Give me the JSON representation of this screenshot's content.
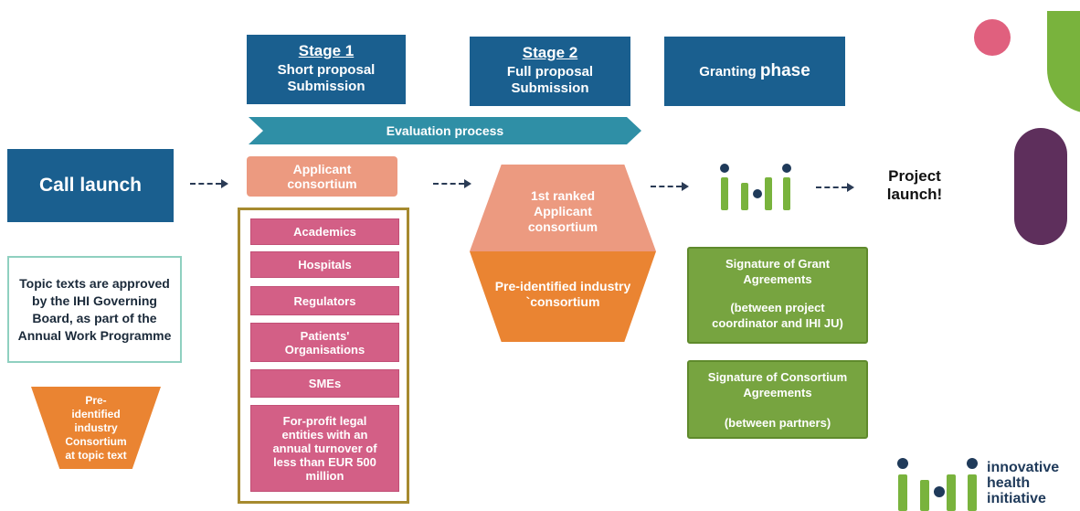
{
  "stages": {
    "stage1_title": "Stage 1",
    "stage1_sub": "Short proposal Submission",
    "stage2_title": "Stage 2",
    "stage2_sub": "Full proposal Submission",
    "granting_word": "Granting",
    "granting_phase": "phase"
  },
  "evaluation_label": "Evaluation process",
  "call_launch": "Call launch",
  "topic_texts": "Topic texts are approved by the IHI Governing Board, as part of the Annual Work Programme",
  "pre_identified_left": "Pre-identified industry Consortium at topic text",
  "applicant_consortium": "Applicant consortium",
  "members": [
    "Academics",
    "Hospitals",
    "Regulators",
    "Patients' Organisations",
    "SMEs",
    "For-profit legal entities with an annual turnover of less than EUR 500 million"
  ],
  "first_ranked": "1st ranked Applicant consortium",
  "pre_identified_center": "Pre-identified industry `consortium",
  "project_launch": "Project launch!",
  "grant_agreements": {
    "title": "Signature of Grant Agreements",
    "note": "(between project coordinator and IHI JU)"
  },
  "consortium_agreements": {
    "title": "Signature of Consortium Agreements",
    "note": "(between partners)"
  },
  "brand": {
    "logo_line1": "innovative",
    "logo_line2": "health",
    "logo_line3": "initiative"
  },
  "colors": {
    "dark_blue": "#1a5f8f",
    "teal": "#2f8fa6",
    "salmon": "#ec9a80",
    "pink": "#d35f86",
    "orange": "#ea8432",
    "green": "#77a440",
    "ihi_green": "#79b33d",
    "ihi_navy": "#1f3a5a",
    "deco_pink": "#e0607e",
    "deco_purple": "#5e2f5c",
    "border_gold": "#a68a2f"
  },
  "icons": [
    "ihi-logo-icon",
    "dashed-arrow-icon"
  ]
}
